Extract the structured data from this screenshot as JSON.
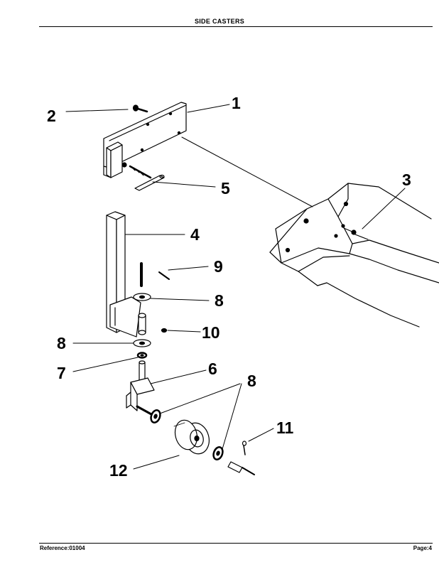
{
  "header": {
    "title": "SIDE CASTERS"
  },
  "footer": {
    "reference": "Reference:01004",
    "page": "Page:4"
  },
  "callouts": {
    "c1": "1",
    "c2": "2",
    "c3": "3",
    "c4": "4",
    "c5": "5",
    "c6": "6",
    "c7": "7",
    "c8a": "8",
    "c8b": "8",
    "c8c": "8",
    "c9": "9",
    "c10": "10",
    "c11": "11",
    "c12": "12"
  }
}
